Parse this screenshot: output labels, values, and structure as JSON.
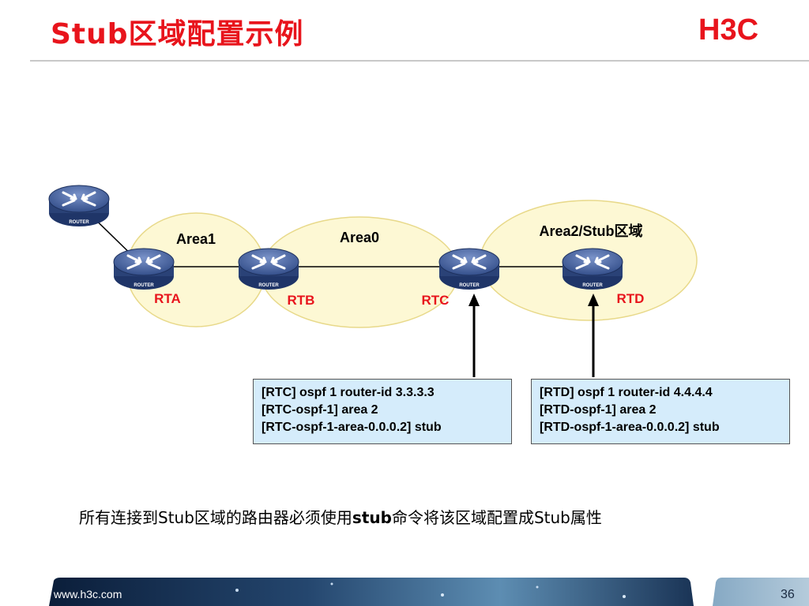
{
  "slide": {
    "title": "Stub区域配置示例",
    "logo_text": "H3C",
    "footer_url": "www.h3c.com",
    "page_number": "36",
    "accent_color": "#e8141c"
  },
  "diagram": {
    "areas": [
      {
        "id": "area1",
        "label": "Area1"
      },
      {
        "id": "area0",
        "label": "Area0"
      },
      {
        "id": "area2",
        "label": "Area2/Stub区域"
      }
    ],
    "routers": [
      {
        "id": "ext",
        "label": "",
        "icon_text": "ROUTER"
      },
      {
        "id": "rta",
        "label": "RTA",
        "icon_text": "ROUTER"
      },
      {
        "id": "rtb",
        "label": "RTB",
        "icon_text": "ROUTER"
      },
      {
        "id": "rtc",
        "label": "RTC",
        "icon_text": "ROUTER"
      },
      {
        "id": "rtd",
        "label": "RTD",
        "icon_text": "ROUTER"
      }
    ],
    "links": [
      {
        "from": "ext",
        "to": "rta"
      },
      {
        "from": "rta",
        "to": "rtb"
      },
      {
        "from": "rtb",
        "to": "rtc"
      },
      {
        "from": "rtc",
        "to": "rtd"
      }
    ],
    "router_label_color": "#e8141c",
    "area_fill": "#fdf8d4"
  },
  "config_boxes": [
    {
      "id": "rtc-config",
      "router": "rtc",
      "lines": [
        "[RTC] ospf 1 router-id 3.3.3.3",
        "[RTC-ospf-1] area 2",
        "[RTC-ospf-1-area-0.0.0.2] stub"
      ]
    },
    {
      "id": "rtd-config",
      "router": "rtd",
      "lines": [
        "[RTD] ospf 1 router-id 4.4.4.4",
        "[RTD-ospf-1] area 2",
        "[RTD-ospf-1-area-0.0.0.2] stub"
      ]
    }
  ],
  "caption": {
    "prefix": "所有连接到Stub区域的路由器必须使用",
    "keyword": "stub",
    "suffix": "命令将该区域配置成Stub属性"
  }
}
